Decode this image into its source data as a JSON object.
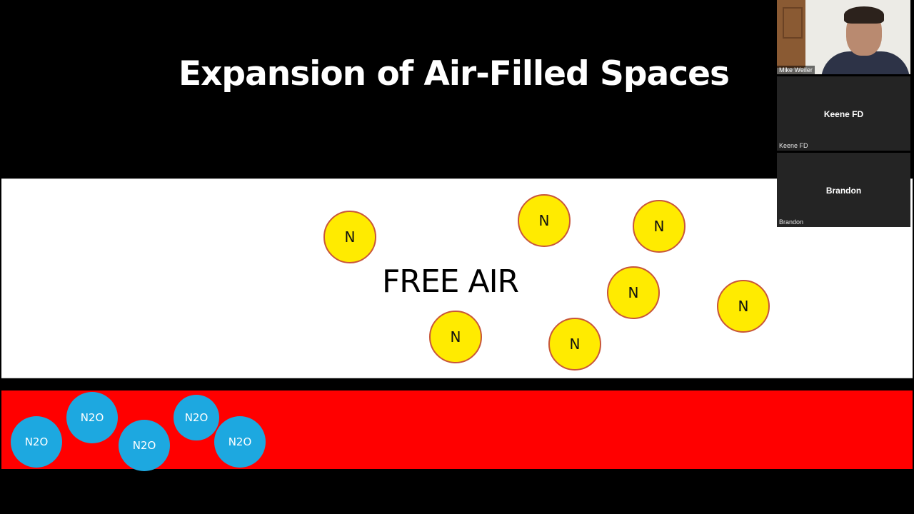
{
  "slide": {
    "title": "Expansion of Air-Filled Spaces",
    "free_air_label": "FREE AIR",
    "nitrogen_label": "N",
    "nitrous_oxide_label": "N2O",
    "colors": {
      "background": "#000000",
      "free_air_panel": "#ffffff",
      "blood_panel": "#ff0000",
      "nitrogen": "#ffeb00",
      "nitrous_oxide": "#1da8e0"
    }
  },
  "participants": [
    {
      "name": "Mike Weiler",
      "video": true
    },
    {
      "name": "Keene FD",
      "video": false
    },
    {
      "name": "Brandon",
      "video": false
    }
  ]
}
